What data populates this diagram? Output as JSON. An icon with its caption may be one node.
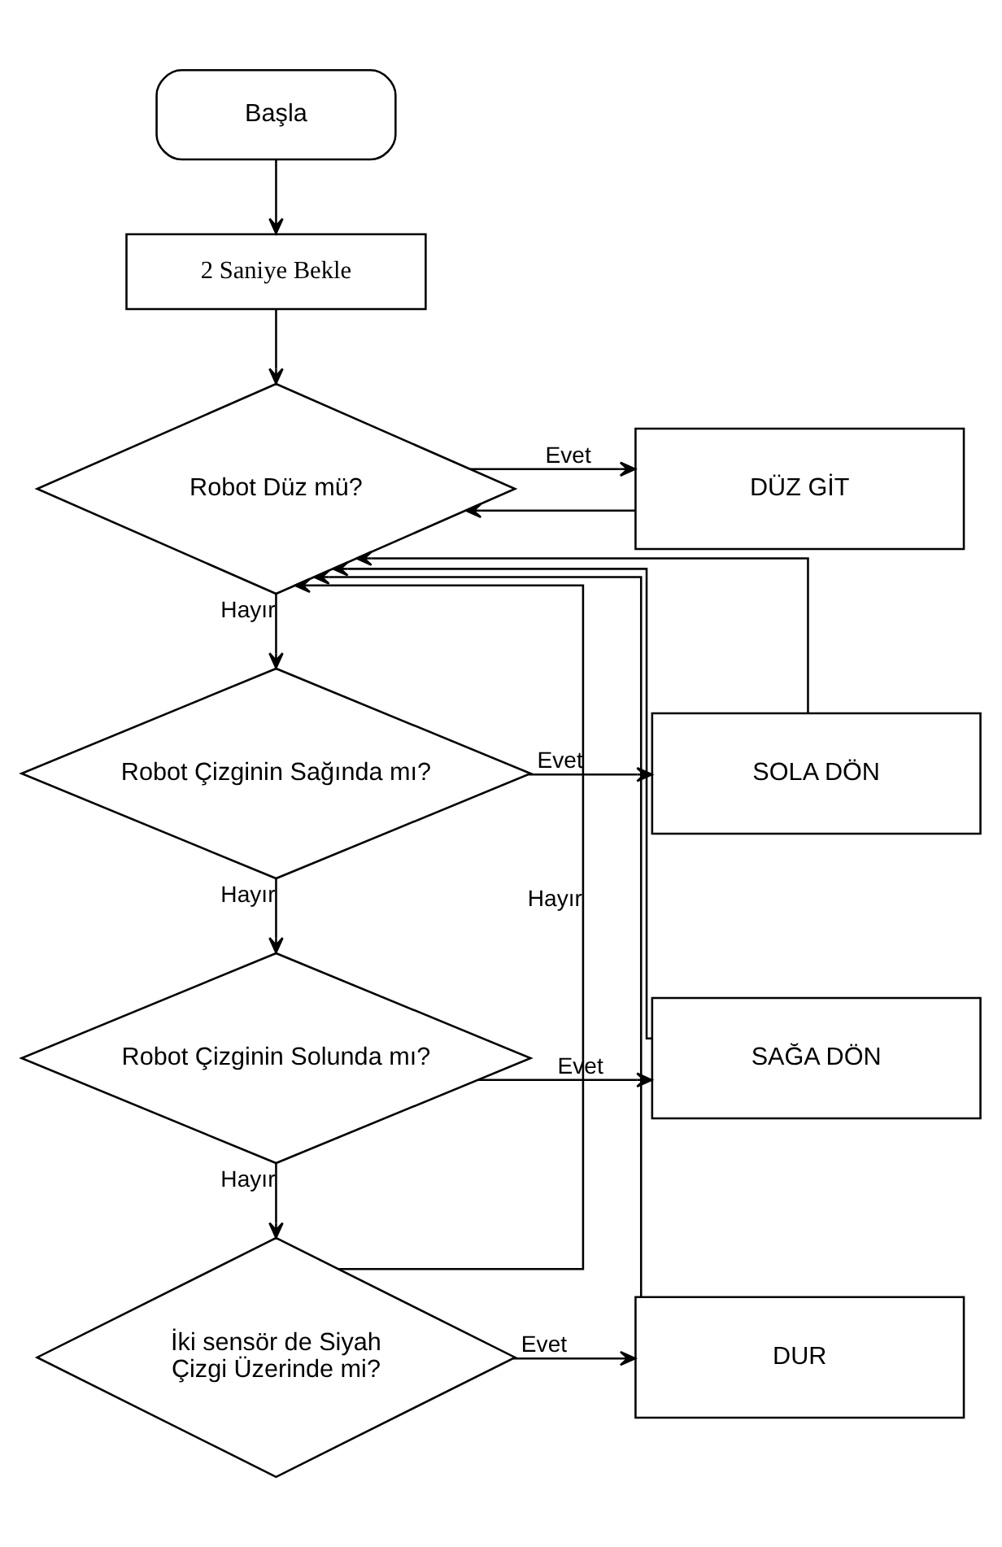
{
  "diagram": {
    "nodes": [
      {
        "text": [
          "Başla"
        ]
      },
      {
        "text": [
          "2 Saniye Bekle"
        ]
      },
      {
        "text": [
          "Robot Düz mü?"
        ]
      },
      {
        "text": [
          "DÜZ GİT"
        ]
      },
      {
        "text": [
          "Robot Çizginin Sağında mı?"
        ]
      },
      {
        "text": [
          "SOLA DÖN"
        ]
      },
      {
        "text": [
          "Robot Çizginin Solunda mı?"
        ]
      },
      {
        "text": [
          "SAĞA DÖN"
        ]
      },
      {
        "text": [
          "İki sensör de Siyah Çizgi Üzerinde mi?"
        ]
      },
      {
        "text": [
          "DUR"
        ]
      }
    ],
    "edges": [
      {
        "from": 0,
        "to": 1,
        "arrow": "to"
      },
      {
        "from": 1,
        "to": 2,
        "arrow": "to"
      },
      {
        "from": 2,
        "to": 3,
        "arrow": "to",
        "label": "Evet"
      },
      {
        "from": 2,
        "to": 4,
        "arrow": "to",
        "label": "Hayır"
      },
      {
        "from": 4,
        "to": 5,
        "arrow": "to",
        "label": "Evet"
      },
      {
        "from": 4,
        "to": 6,
        "arrow": "to",
        "label": "Hayır"
      },
      {
        "from": 6,
        "to": 7,
        "arrow": "to",
        "label": "Evet"
      },
      {
        "from": 6,
        "to": 8,
        "arrow": "to",
        "label": "Hayır"
      },
      {
        "from": 8,
        "to": 9,
        "arrow": "to",
        "label": "Evet"
      },
      {
        "from": 3,
        "to": 2,
        "arrow": "to"
      },
      {
        "from": 5,
        "to": 2,
        "arrow": "to"
      },
      {
        "from": 7,
        "to": 2,
        "arrow": "to"
      },
      {
        "from": 9,
        "to": 2,
        "arrow": "to"
      },
      {
        "from": 8,
        "to": 2,
        "arrow": "to",
        "label": "Hayır"
      }
    ]
  }
}
